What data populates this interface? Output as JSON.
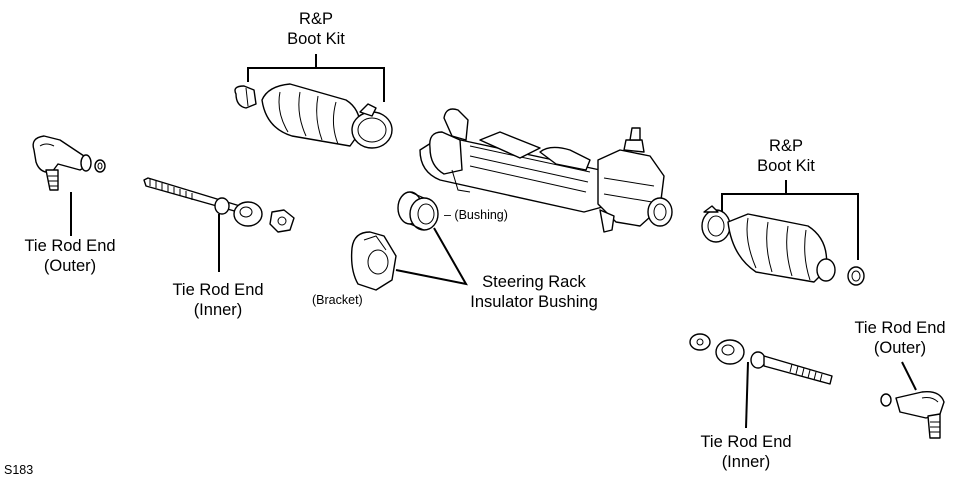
{
  "labels": {
    "boot_kit_left": {
      "line1": "R&P",
      "line2": "Boot Kit"
    },
    "boot_kit_right": {
      "line1": "R&P",
      "line2": "Boot Kit"
    },
    "tie_rod_outer_left": {
      "line1": "Tie Rod End",
      "line2": "(Outer)"
    },
    "tie_rod_inner_left": {
      "line1": "Tie Rod End",
      "line2": "(Inner)"
    },
    "tie_rod_outer_right": {
      "line1": "Tie Rod End",
      "line2": "(Outer)"
    },
    "tie_rod_inner_right": {
      "line1": "Tie Rod End",
      "line2": "(Inner)"
    },
    "insulator_bushing": {
      "line1": "Steering Rack",
      "line2": "Insulator Bushing"
    },
    "bushing": "– (Bushing)",
    "bracket": "(Bracket)",
    "figure_code": "S183"
  }
}
